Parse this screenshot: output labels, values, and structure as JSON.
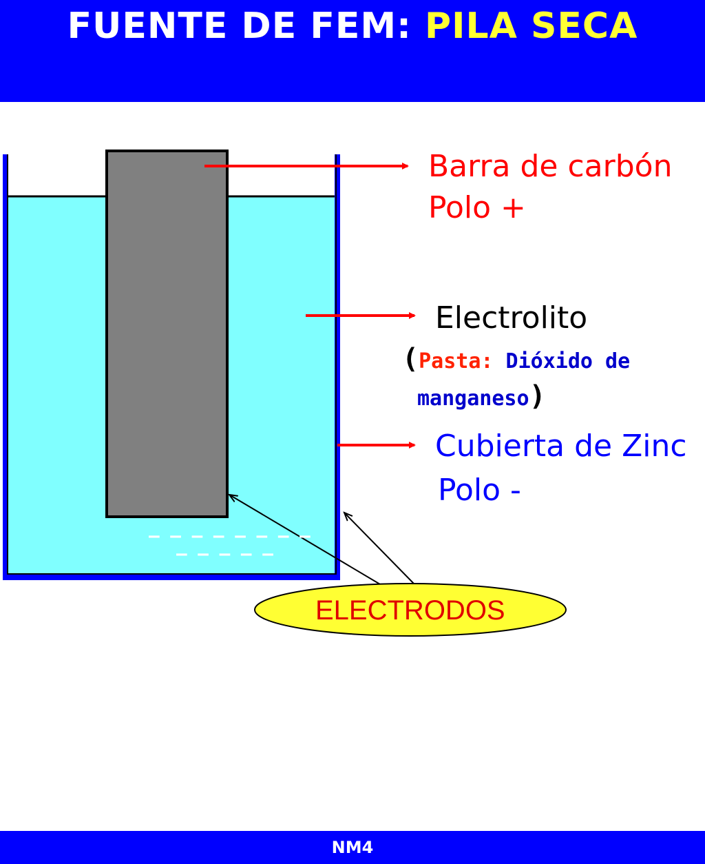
{
  "header": {
    "title_main": "FUENTE DE FEM:",
    "title_highlight": "PILA SECA"
  },
  "labels": {
    "carbon_rod_line1": "Barra de carbón",
    "carbon_rod_line2": "Polo +",
    "electrolyte": "Electrolito",
    "paste_open": "(",
    "paste_word": "Pasta:",
    "paste_desc_line1": "Dióxido de",
    "paste_desc_line2": "manganeso",
    "paste_close": ")",
    "zinc_line1": "Cubierta de Zinc",
    "zinc_line2": "Polo -",
    "electrodes": "ELECTRODOS",
    "charges_row1": "– – – – – – – –",
    "charges_row2": "– – – – –"
  },
  "footer": {
    "text": "NM4"
  },
  "colors": {
    "banner": "#0000ff",
    "title_highlight": "#ffff33",
    "electrolyte": "#80ffff",
    "carbon_rod": "#808080",
    "label_red": "#ff0000",
    "label_blue": "#0000ff",
    "ellipse_fill": "#ffff33"
  }
}
